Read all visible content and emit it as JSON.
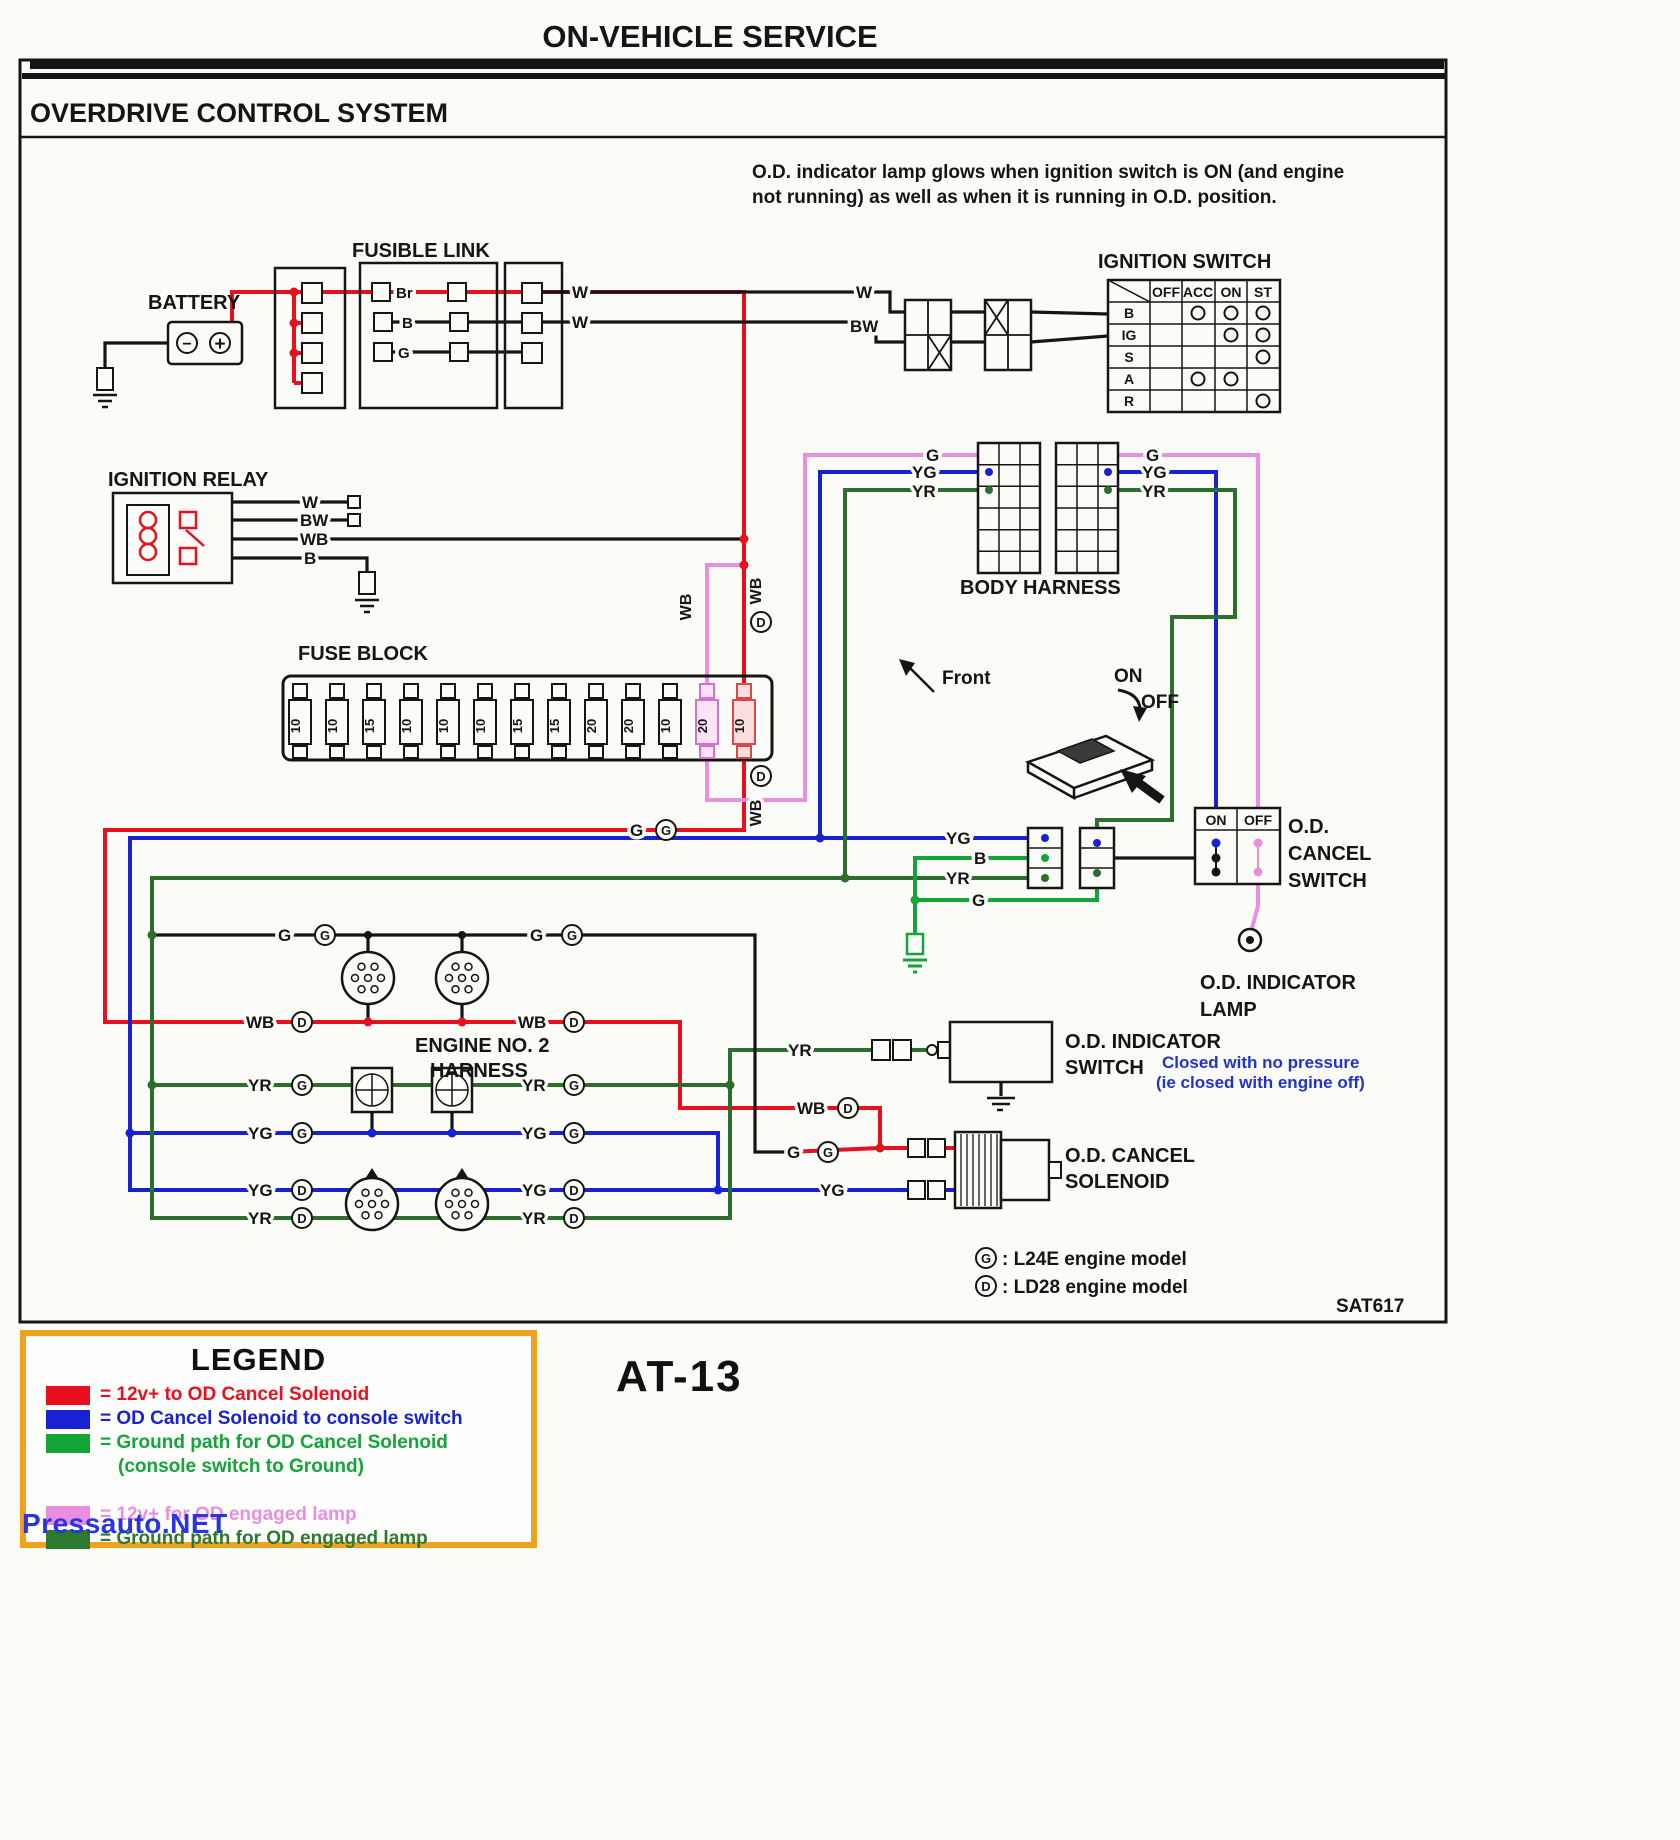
{
  "page": {
    "title": "ON-VEHICLE SERVICE",
    "section": "OVERDRIVE CONTROL SYSTEM",
    "page_code": "AT-13",
    "figure_code": "SAT617",
    "watermark": "Pressauto.NET"
  },
  "note": {
    "line1": "O.D. indicator lamp glows when ignition switch is ON (and engine",
    "line2": "not running) as well as when it is running in O.D. position."
  },
  "labels": {
    "battery": "BATTERY",
    "fusible_link": "FUSIBLE LINK",
    "ignition_switch": "IGNITION SWITCH",
    "ignition_relay": "IGNITION RELAY",
    "fuse_block": "FUSE BLOCK",
    "body_harness": "BODY HARNESS",
    "front": "Front",
    "on": "ON",
    "off": "OFF",
    "od_cancel_switch_1": "O.D.",
    "od_cancel_switch_2": "CANCEL",
    "od_cancel_switch_3": "SWITCH",
    "od_indicator_lamp_1": "O.D. INDICATOR",
    "od_indicator_lamp_2": "LAMP",
    "od_indicator_switch_1": "O.D. INDICATOR",
    "od_indicator_switch_2": "SWITCH",
    "od_cancel_solenoid_1": "O.D. CANCEL",
    "od_cancel_solenoid_2": "SOLENOID",
    "engine_harness_1": "ENGINE NO. 2",
    "engine_harness_2": "HARNESS",
    "pressure_note_1": "Closed with no pressure",
    "pressure_note_2": "(ie closed with engine off)",
    "engine_model_g": ": L24E engine model",
    "engine_model_d": ": LD28 engine model",
    "g_letter": "G",
    "d_letter": "D",
    "plus": "+",
    "minus": "−"
  },
  "wires": {
    "w": "W",
    "bw": "BW",
    "wb": "WB",
    "b": "B",
    "br": "Br",
    "g": "G",
    "yg": "YG",
    "yr": "YR"
  },
  "ignition_switch_table": {
    "columns": [
      "OFF",
      "ACC",
      "ON",
      "ST"
    ],
    "rows": [
      "B",
      "IG",
      "S",
      "A",
      "R"
    ],
    "continuity": [
      [
        0,
        1,
        1,
        1
      ],
      [
        0,
        0,
        1,
        1
      ],
      [
        0,
        0,
        0,
        1
      ],
      [
        0,
        1,
        1,
        0
      ],
      [
        0,
        0,
        0,
        1
      ]
    ]
  },
  "fuse_block": {
    "fuses": [
      "10",
      "10",
      "15",
      "10",
      "10",
      "10",
      "15",
      "15",
      "20",
      "20",
      "10",
      "20",
      "10"
    ]
  },
  "legend": {
    "title": "LEGEND",
    "items": [
      {
        "color": "#e8101e",
        "text": "= 12v+ to OD Cancel Solenoid"
      },
      {
        "color": "#1822d2",
        "text": "= OD Cancel Solenoid to console switch"
      },
      {
        "color": "#13a538",
        "text": "= Ground path for OD Cancel Solenoid",
        "text2": "(console switch to Ground)"
      },
      {
        "color": "#ea8fe0",
        "text": "= 12v+ for OD engaged lamp"
      },
      {
        "color": "#2d7a2d",
        "text": "= Ground path for OD engaged lamp"
      }
    ]
  },
  "colors": {
    "red_12v": "#e8101e",
    "blue_solenoid": "#1822d2",
    "ground_green": "#13a538",
    "lamp_pink": "#ea8fe0",
    "lamp_ground_dark_green": "#2d6e2d",
    "black_wire": "#151515",
    "legend_border": "#f0a21c",
    "watermark": "#2936df",
    "annotation_blue": "#2233cc"
  }
}
